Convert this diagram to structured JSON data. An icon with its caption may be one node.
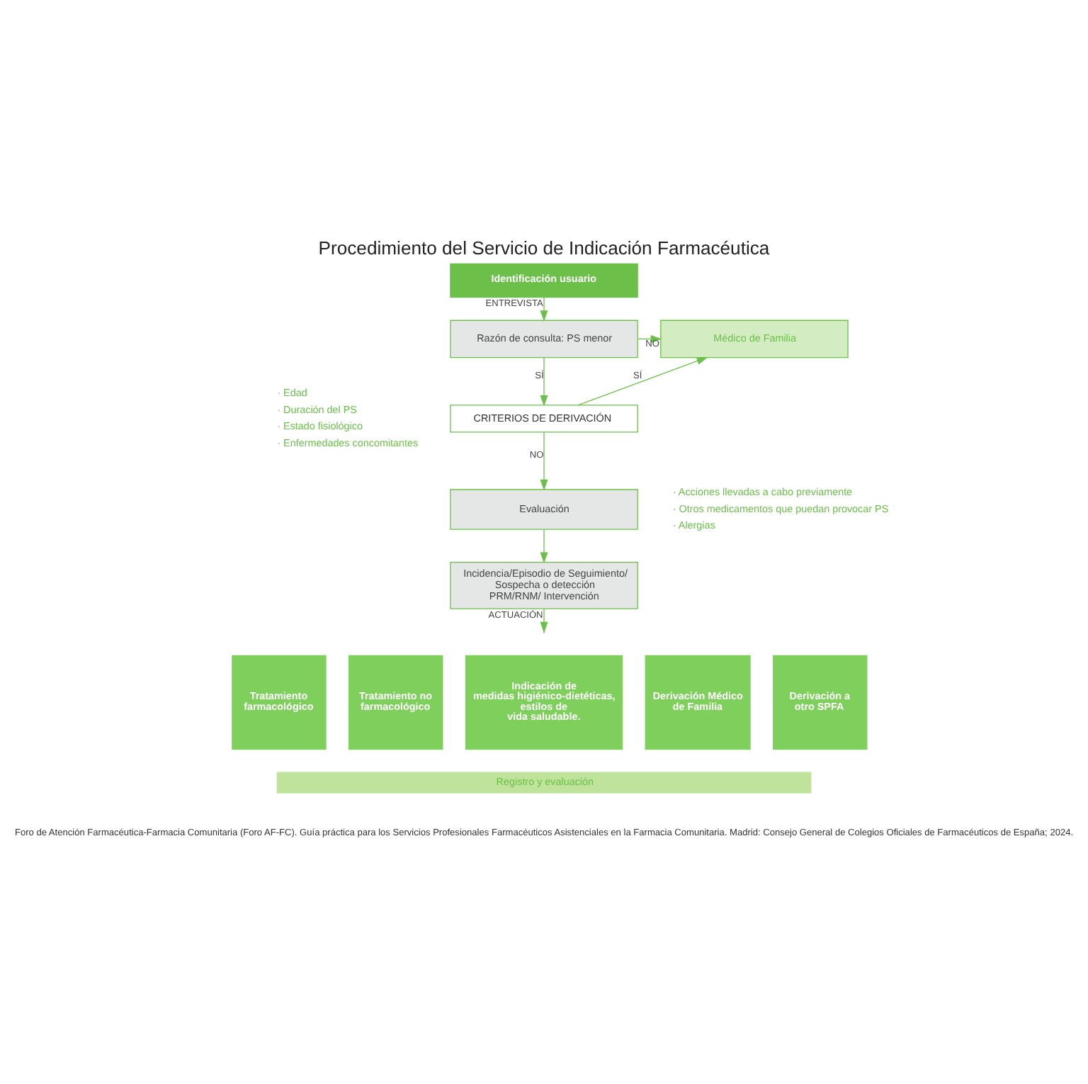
{
  "diagram": {
    "title": "Procedimiento del Servicio de Indicación Farmacéutica",
    "caption": "Foro de Atención Farmacéutica-Farmacia Comunitaria (Foro AF-FC). Guía práctica para los Servicios Profesionales Farmacéuticos Asistenciales en la Farmacia Comunitaria. Madrid: Consejo General de Colegios Oficiales de Farmacéuticos de España; 2024.",
    "nodes": [
      {
        "text": [
          "Identificación usuario"
        ]
      },
      {
        "text": [
          "Razón de consulta: PS menor"
        ]
      },
      {
        "text": [
          "Médico de Familia"
        ]
      },
      {
        "text": [
          "CRITERIOS DE DERIVACIÓN"
        ],
        "beside": [
          "· Edad",
          "· Duración del PS",
          "· Estado fisiológico",
          "· Enfermedades concomitantes"
        ]
      },
      {
        "text": [
          "Evaluación"
        ],
        "beside": [
          "· Acciones llevadas a cabo previamente",
          "· Otros medicamentos que puedan provocar PS",
          "· Alergias"
        ]
      },
      {
        "text": [
          "Incidencia/Episodio de Seguimiento/ Sospecha o detección PRM/RNM/ Intervención"
        ]
      },
      {
        "text": [
          "Tratamiento farmacológico"
        ]
      },
      {
        "text": [
          "Tratamiento no farmacológico"
        ]
      },
      {
        "text": [
          "Indicación de medidas higiénico-dietéticas, estilos de vida saludable."
        ]
      },
      {
        "text": [
          "Derivación Médico de Familia"
        ]
      },
      {
        "text": [
          "Derivación a otro SPFA"
        ]
      },
      {
        "text": [
          "Registro y evaluación"
        ]
      }
    ],
    "edges": [
      {
        "from": 0,
        "to": 1,
        "arrow": "to",
        "label": "ENTREVISTA"
      },
      {
        "from": 1,
        "to": 2,
        "arrow": "to",
        "label": "NO"
      },
      {
        "from": 1,
        "to": 3,
        "arrow": "to",
        "label": "SÍ"
      },
      {
        "from": 3,
        "to": 2,
        "arrow": "to",
        "label": "SÍ"
      },
      {
        "from": 3,
        "to": 4,
        "arrow": "to",
        "label": "NO"
      },
      {
        "from": 4,
        "to": 5,
        "arrow": "to"
      },
      {
        "from": 5,
        "to": null,
        "arrow": "to",
        "label": "ACTUACIÓN"
      }
    ]
  }
}
